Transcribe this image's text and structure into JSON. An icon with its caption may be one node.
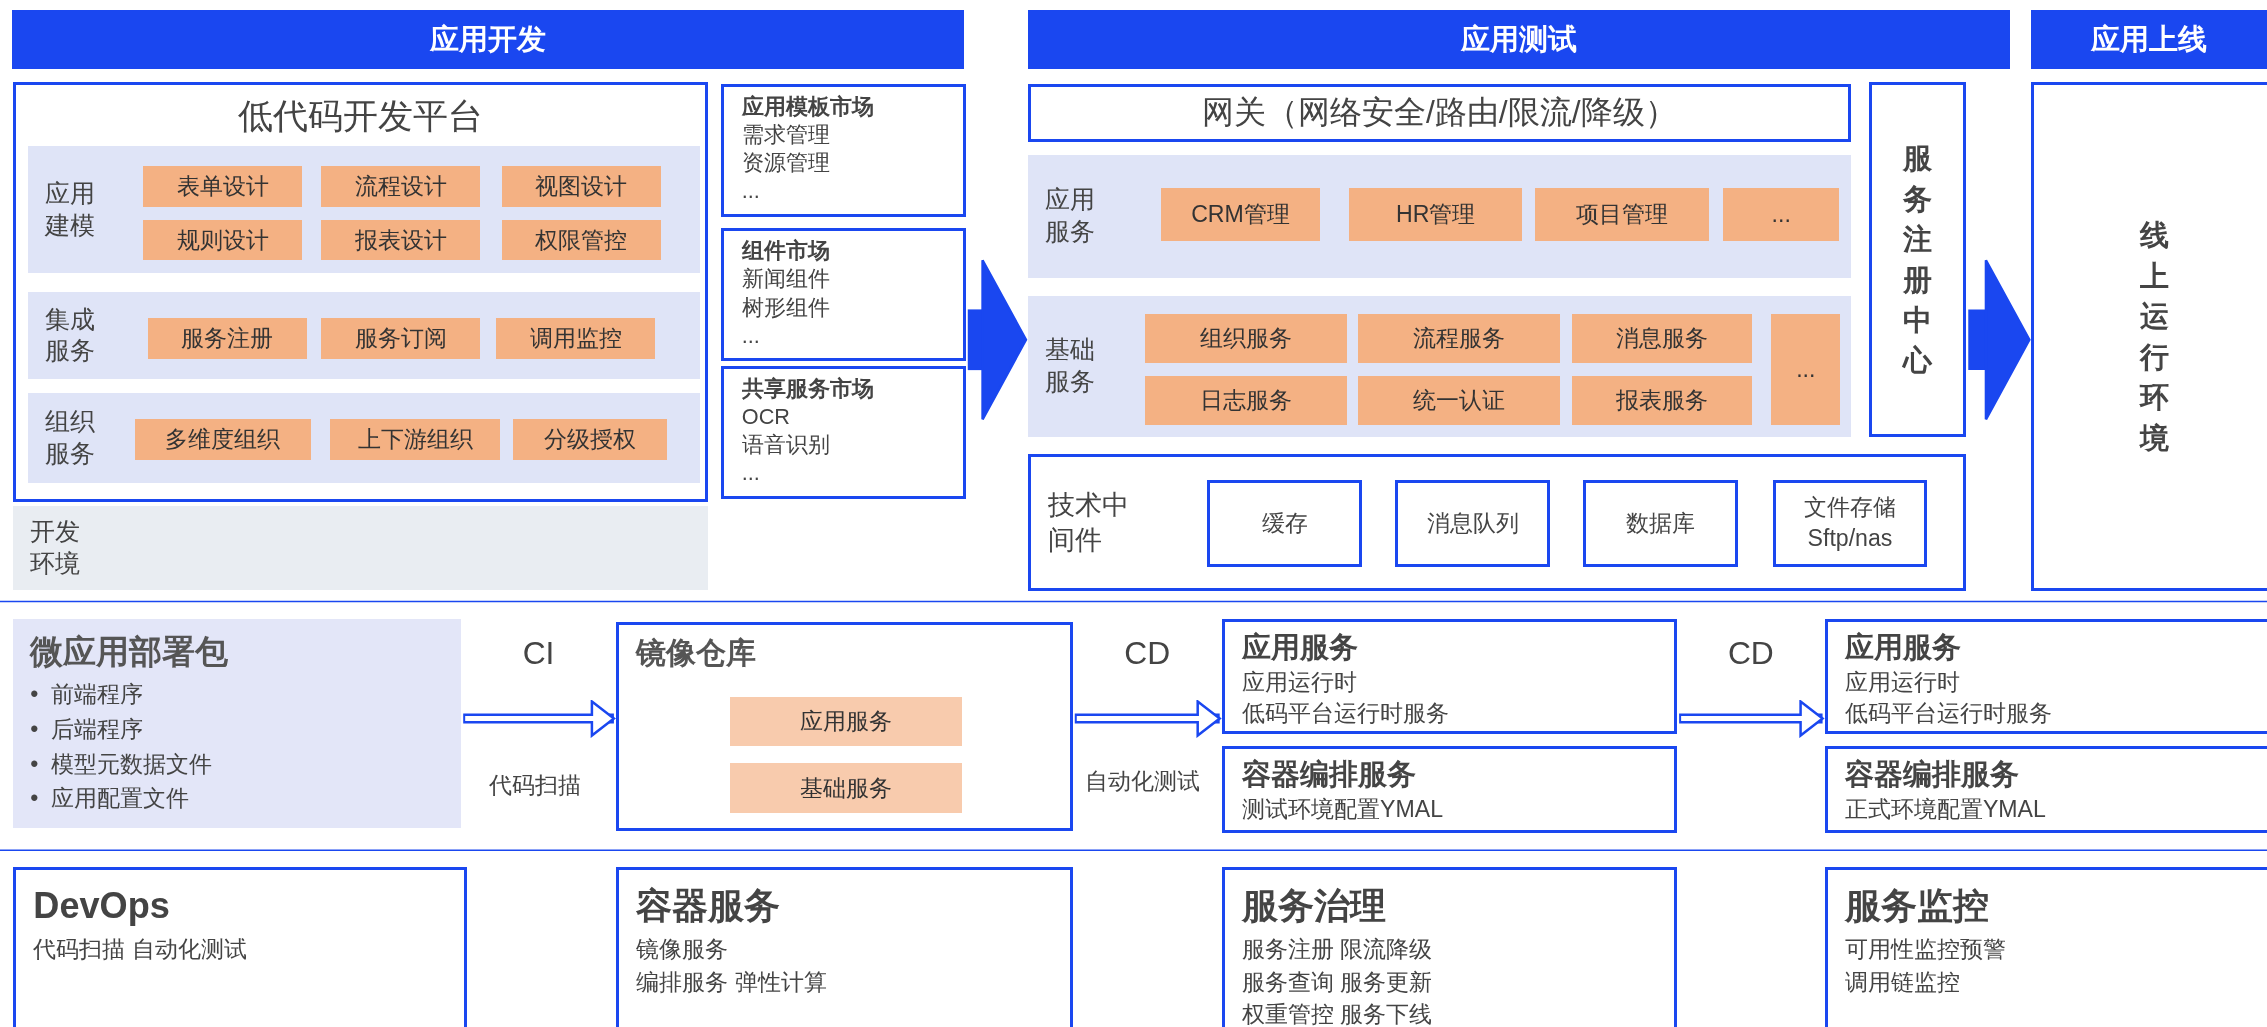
{
  "diagram": {
    "nodes": [
      {
        "text": [
          "应用开发"
        ]
      },
      {
        "text": [
          "低代码开发平台"
        ]
      },
      {
        "text": [
          "应用建模"
        ],
        "in": 1
      },
      {
        "text": [
          "表单设计"
        ],
        "in": 2
      },
      {
        "text": [
          "流程设计"
        ],
        "in": 2
      },
      {
        "text": [
          "视图设计"
        ],
        "in": 2
      },
      {
        "text": [
          "规则设计"
        ],
        "in": 2
      },
      {
        "text": [
          "报表设计"
        ],
        "in": 2
      },
      {
        "text": [
          "权限管控"
        ],
        "in": 2
      },
      {
        "text": [
          "集成服务"
        ],
        "in": 1
      },
      {
        "text": [
          "服务注册"
        ],
        "in": 9
      },
      {
        "text": [
          "服务订阅"
        ],
        "in": 9
      },
      {
        "text": [
          "调用监控"
        ],
        "in": 9
      },
      {
        "text": [
          "组织服务"
        ],
        "in": 1
      },
      {
        "text": [
          "多维度组织"
        ],
        "in": 13
      },
      {
        "text": [
          "上下游组织"
        ],
        "in": 13
      },
      {
        "text": [
          "分级授权"
        ],
        "in": 13
      },
      {
        "text": [
          "开发环境"
        ]
      },
      {
        "text": [
          "应用模板市场",
          "需求管理",
          "资源管理",
          "..."
        ]
      },
      {
        "text": [
          "组件市场",
          "新闻组件",
          "树形组件",
          "..."
        ]
      },
      {
        "text": [
          "共享服务市场",
          "OCR",
          "语音识别",
          "..."
        ]
      },
      {
        "text": [
          "应用测试"
        ]
      },
      {
        "text": [
          "网关（网络安全/路由/限流/降级）"
        ]
      },
      {
        "text": [
          "应用服务"
        ]
      },
      {
        "text": [
          "CRM管理"
        ],
        "in": 23
      },
      {
        "text": [
          "HR管理"
        ],
        "in": 23
      },
      {
        "text": [
          "项目管理"
        ],
        "in": 23
      },
      {
        "text": [
          "..."
        ],
        "in": 23
      },
      {
        "text": [
          "基础服务"
        ]
      },
      {
        "text": [
          "组织服务"
        ],
        "in": 28
      },
      {
        "text": [
          "流程服务"
        ],
        "in": 28
      },
      {
        "text": [
          "消息服务"
        ],
        "in": 28
      },
      {
        "text": [
          "日志服务"
        ],
        "in": 28
      },
      {
        "text": [
          "统一认证"
        ],
        "in": 28
      },
      {
        "text": [
          "报表服务"
        ],
        "in": 28
      },
      {
        "text": [
          "..."
        ],
        "in": 28
      },
      {
        "text": [
          "技术中间件"
        ]
      },
      {
        "text": [
          "缓存"
        ],
        "in": 36
      },
      {
        "text": [
          "消息队列"
        ],
        "in": 36
      },
      {
        "text": [
          "数据库"
        ],
        "in": 36
      },
      {
        "text": [
          "文件存储",
          "Sftp/nas"
        ],
        "in": 36
      },
      {
        "text": [
          "服务注册中心"
        ]
      },
      {
        "text": [
          "应用上线"
        ]
      },
      {
        "text": [
          "线上运行环境"
        ]
      },
      {
        "text": [
          "微应用部署包",
          "•  前端程序",
          "•  后端程序",
          "•  模型元数据文件",
          "•  应用配置文件"
        ]
      },
      {
        "text": [
          "镜像仓库"
        ]
      },
      {
        "text": [
          "应用服务"
        ],
        "in": 45
      },
      {
        "text": [
          "基础服务"
        ],
        "in": 45
      },
      {
        "text": [
          "应用服务",
          "应用运行时",
          "低码平台运行时服务"
        ]
      },
      {
        "text": [
          "容器编排服务",
          "测试环境配置YMAL"
        ]
      },
      {
        "text": [
          "应用服务",
          "应用运行时",
          "低码平台运行时服务"
        ]
      },
      {
        "text": [
          "容器编排服务",
          "正式环境配置YMAL"
        ]
      },
      {
        "text": [
          "DevOps",
          "代码扫描 自动化测试"
        ]
      },
      {
        "text": [
          "容器服务",
          "镜像服务",
          "编排服务 弹性计算"
        ]
      },
      {
        "text": [
          "服务治理",
          "服务注册 限流降级",
          "服务查询 服务更新",
          "权重管控 服务下线"
        ]
      },
      {
        "text": [
          "服务监控",
          "可用性监控预警",
          "调用链监控"
        ]
      }
    ],
    "edges": [
      {
        "from": 19,
        "to": 28,
        "arrow": "to",
        "style": "thick"
      },
      {
        "from": 41,
        "to": 43,
        "arrow": "to",
        "style": "thick"
      },
      {
        "from": 44,
        "to": 45,
        "arrow": "to",
        "label": "CI"
      },
      {
        "from": 45,
        "to": 48,
        "arrow": "to",
        "label": "CD"
      },
      {
        "from": 48,
        "to": 50,
        "arrow": "to",
        "label": "CD"
      }
    ],
    "labels": [
      "代码扫描",
      "自动化测试"
    ]
  }
}
